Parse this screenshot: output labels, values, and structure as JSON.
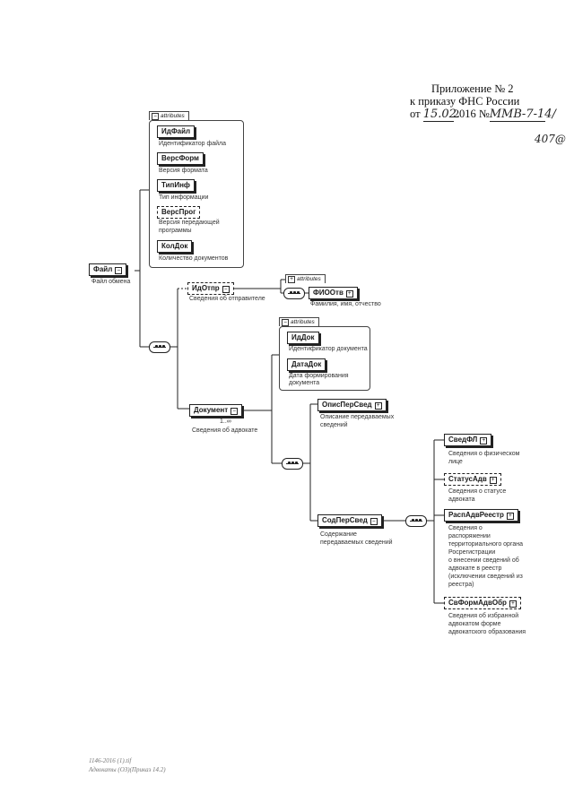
{
  "header": {
    "line1": "Приложение № 2",
    "line2": "к приказу ФНС России",
    "line3_prefix": "от",
    "date_hand": "15.02.",
    "year": "2016",
    "num_sign": "№",
    "number_hand": "ММВ-7-14/",
    "number_hand2": "407@"
  },
  "diagram": {
    "attr_tab_label": "attributes",
    "root": {
      "name": "Файл",
      "desc": "Файл обмена"
    },
    "root_attrs": [
      {
        "name": "ИдФайл",
        "desc": [
          "Идентификатор файла"
        ]
      },
      {
        "name": "ВерсФорм",
        "desc": [
          "Версия формата"
        ]
      },
      {
        "name": "ТипИнф",
        "desc": [
          "Тип информации"
        ]
      },
      {
        "name": "ВерсПрог",
        "desc": [
          "Версия передающей",
          "программы"
        ]
      },
      {
        "name": "КолДок",
        "desc": [
          "Количество документов"
        ]
      }
    ],
    "idotpr": {
      "name": "ИдОтпр",
      "desc": "Сведения об отправителе"
    },
    "fioots": {
      "name": "ФИООтв",
      "desc": "Фамилия, имя, отчество"
    },
    "document": {
      "name": "Документ",
      "desc": "Сведения об адвокате",
      "mult": "1..∞"
    },
    "doc_attrs": [
      {
        "name": "ИдДок",
        "desc": [
          "Идентификатор документа"
        ]
      },
      {
        "name": "ДатаДок",
        "desc": [
          "Дата формирования",
          "документа"
        ]
      }
    ],
    "opis": {
      "name": "ОписПерСвед",
      "desc": [
        "Описание передаваемых",
        "сведений"
      ]
    },
    "sod": {
      "name": "СодПерСвед",
      "desc": [
        "Содержание",
        "передаваемых сведений"
      ]
    },
    "children": [
      {
        "name": "СведФЛ",
        "desc": [
          "Сведения о физическом",
          "лице"
        ]
      },
      {
        "name": "СтатусАдв",
        "desc": [
          "Сведения о статусе",
          "адвоката"
        ]
      },
      {
        "name": "РаспАдвРеестр",
        "desc": [
          "Сведения о",
          "распоряжении",
          "территориального органа",
          "Росрегистрации",
          "о внесении сведений об",
          "адвокате в реестр",
          "(исключении сведений из",
          "реестра)"
        ]
      },
      {
        "name": "СвФормАдвОбр",
        "desc": [
          "Сведения об избранной",
          "адвокатом форме",
          "адвокатского образования"
        ]
      }
    ]
  },
  "footer": {
    "line1": "1146-2016 (1).tif",
    "line2": "Адвокаты (ОЗ)(Приказ 14.2)"
  }
}
